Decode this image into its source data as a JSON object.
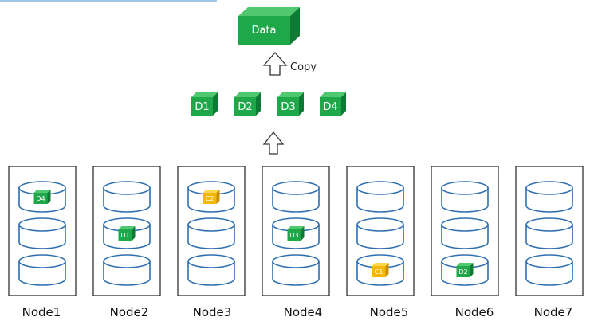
{
  "data_block": {
    "label": "Data"
  },
  "copy_label": "Copy",
  "chunks": [
    {
      "label": "D1"
    },
    {
      "label": "D2"
    },
    {
      "label": "D3"
    },
    {
      "label": "D4"
    }
  ],
  "colors": {
    "green_front": "#1fa84a",
    "green_top": "#4fc86f",
    "green_side": "#0f7a33",
    "yellow_front": "#f5b800",
    "yellow_top": "#ffd54a",
    "yellow_side": "#c98f00",
    "disk_stroke": "#2f6fb0",
    "box_stroke": "#222222"
  },
  "nodes": [
    {
      "label": "Node1",
      "disks": [
        {
          "chunk": "D4",
          "color": "green"
        },
        null,
        null
      ]
    },
    {
      "label": "Node2",
      "disks": [
        null,
        {
          "chunk": "D1",
          "color": "green"
        },
        null
      ]
    },
    {
      "label": "Node3",
      "disks": [
        {
          "chunk": "C2",
          "color": "yellow"
        },
        null,
        null
      ]
    },
    {
      "label": "Node4",
      "disks": [
        null,
        {
          "chunk": "D3",
          "color": "green"
        },
        null
      ]
    },
    {
      "label": "Node5",
      "disks": [
        null,
        null,
        {
          "chunk": "C1",
          "color": "yellow"
        }
      ]
    },
    {
      "label": "Node6",
      "disks": [
        null,
        null,
        {
          "chunk": "D2",
          "color": "green"
        }
      ]
    },
    {
      "label": "Node7",
      "disks": [
        null,
        null,
        null
      ]
    }
  ]
}
